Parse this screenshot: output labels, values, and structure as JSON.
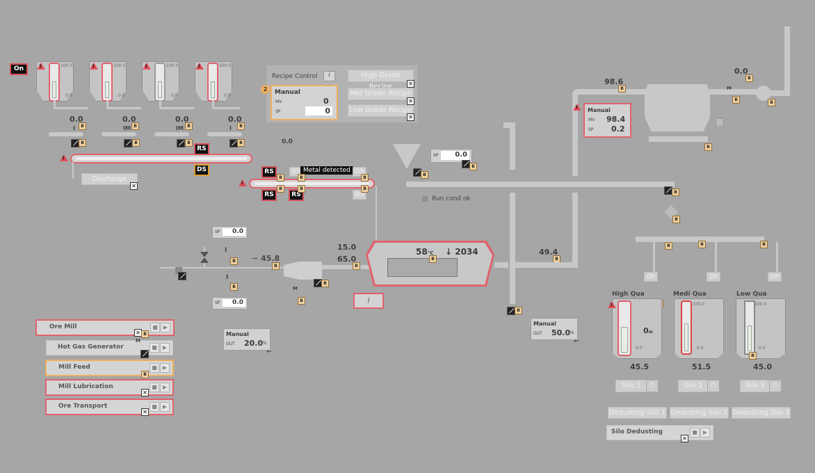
{
  "status": {
    "on_label": "On"
  },
  "badges": {
    "b": "B",
    "m": "M",
    "i": "I",
    "im": "IM",
    "alarm1": "1",
    "alarm2": "2"
  },
  "dosing_bins": {
    "scale_max": "100.0",
    "scale_min": "0.0",
    "feed_values": [
      "0.0",
      "0.0",
      "0.0",
      "0.0"
    ],
    "drive_labels": [
      "I",
      "IM",
      "IM",
      "I"
    ]
  },
  "conveyor": {
    "rs_label": "RS",
    "ds_label": "DS",
    "discharge_label": "Discharge"
  },
  "metal_detector": {
    "flow_value": "0.0",
    "rs_label": "RS",
    "ds_label": "DS",
    "metal_detected_label": "Metal detected"
  },
  "recipe_control": {
    "title": "Recipe Control",
    "info_icon": "i",
    "mode": "Manual",
    "mv_label": "MV",
    "mv_value": "0",
    "sp_label": "SP",
    "sp_value": "0",
    "recipes": [
      "High Grade Recipe",
      "Mid Grade Recipe",
      "Low Grade Recipe"
    ]
  },
  "hopper_setpoint": {
    "sp_label": "SP",
    "sp_value": "0.0"
  },
  "run_cond": {
    "label": "Run cond ok"
  },
  "hot_gas": {
    "sp_label": "SP",
    "sp_top": "0.0",
    "sp_bottom": "0.0",
    "flow_value": "45.8",
    "manual_label": "Manual",
    "out_label": "OUT",
    "out_value": "20.0",
    "out_unit": "%"
  },
  "mill": {
    "inlet_top": "15.0",
    "inlet_bottom": "65.0",
    "temp_value": "58",
    "temp_unit": "°C",
    "speed_value": "2034",
    "outlet_value": "49.4",
    "info_icon": "i"
  },
  "classifier_fan": {
    "manual_label": "Manual",
    "out_label": "OUT",
    "out_value": "50.0",
    "out_unit": "%"
  },
  "filter": {
    "inlet_value": "98.6",
    "fan_value": "0.0",
    "manual_label": "Manual",
    "mv_label": "MV",
    "mv_value": "98.4",
    "sp_label": "SP",
    "sp_value": "0.2"
  },
  "silos": {
    "dp_label": "DP",
    "scale_max": "100.0",
    "scale_min": "0.0",
    "items": [
      {
        "name": "High Qua",
        "level": "45.5",
        "button": "Silo 1",
        "dedust": "Dedusting Silo 1",
        "mid_value": "0",
        "mid_unit": "m"
      },
      {
        "name": "Medi Qua",
        "level": "51.5",
        "button": "Silo 2",
        "dedust": "Dedusting Silo 2"
      },
      {
        "name": "Low Qua",
        "level": "45.0",
        "button": "Silo 3",
        "dedust": "Dedusting Silo 3"
      }
    ],
    "silo_dedusting": "Silo Dedusting"
  },
  "sequences": [
    "Ore Mill",
    "Hot Gas Generator",
    "Mill Feed",
    "Mill Lubrication",
    "Ore Transport"
  ],
  "colors": {
    "background": "#a6a6a6",
    "alarm": "#e0626d",
    "badge": "#efcf9e",
    "equipment": "#c4c4c4"
  }
}
